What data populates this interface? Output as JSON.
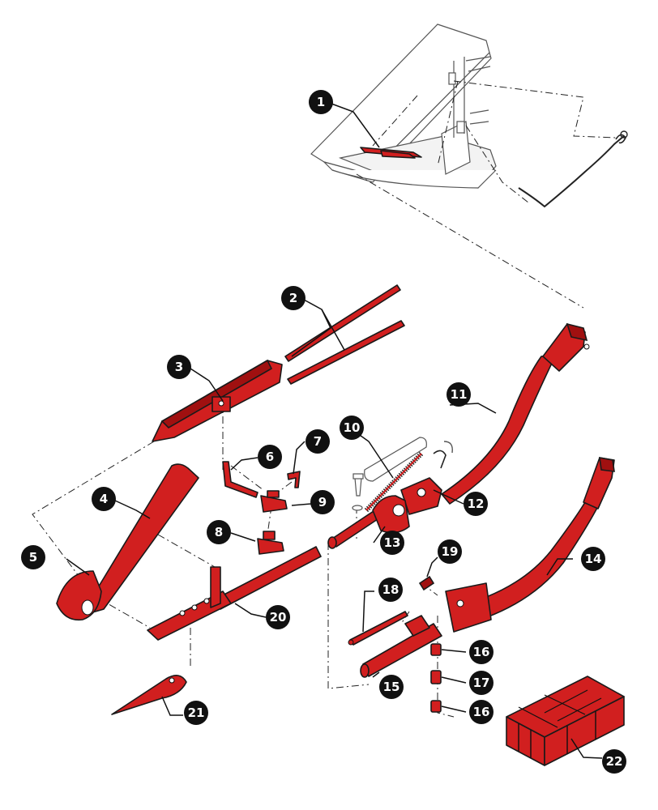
{
  "callouts": [
    {
      "id": "callout-1",
      "label": "1"
    },
    {
      "id": "callout-2",
      "label": "2"
    },
    {
      "id": "callout-3",
      "label": "3"
    },
    {
      "id": "callout-4",
      "label": "4"
    },
    {
      "id": "callout-5",
      "label": "5"
    },
    {
      "id": "callout-6",
      "label": "6"
    },
    {
      "id": "callout-7",
      "label": "7"
    },
    {
      "id": "callout-8",
      "label": "8"
    },
    {
      "id": "callout-9",
      "label": "9"
    },
    {
      "id": "callout-10",
      "label": "10"
    },
    {
      "id": "callout-11",
      "label": "11"
    },
    {
      "id": "callout-12",
      "label": "12"
    },
    {
      "id": "callout-13",
      "label": "13"
    },
    {
      "id": "callout-14",
      "label": "14"
    },
    {
      "id": "callout-15",
      "label": "15"
    },
    {
      "id": "callout-16a",
      "label": "16"
    },
    {
      "id": "callout-17",
      "label": "17"
    },
    {
      "id": "callout-16b",
      "label": "16"
    },
    {
      "id": "callout-18",
      "label": "18"
    },
    {
      "id": "callout-19",
      "label": "19"
    },
    {
      "id": "callout-20",
      "label": "20"
    },
    {
      "id": "callout-21",
      "label": "21"
    },
    {
      "id": "callout-22",
      "label": "22"
    }
  ],
  "colors": {
    "part": "#d11f1f",
    "callout": "#111111",
    "outline": "#1a1a1a"
  }
}
